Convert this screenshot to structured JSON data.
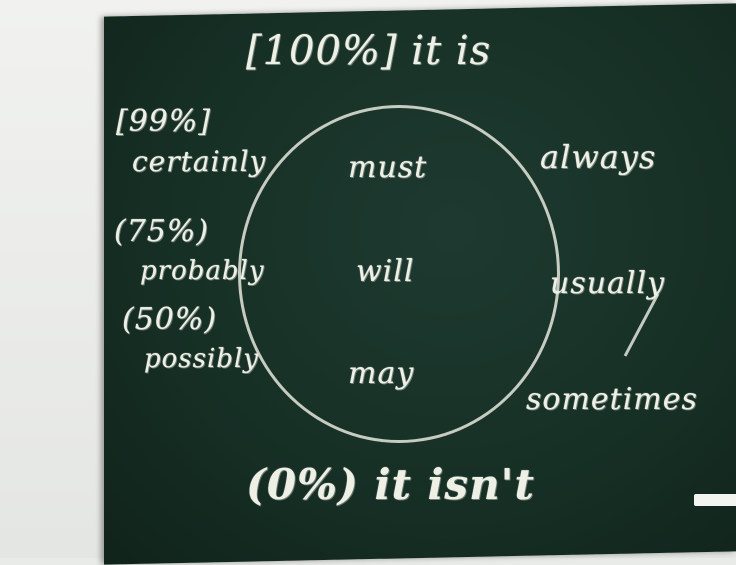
{
  "board": {
    "top_label": "[100%] it is",
    "bottom_label": "(0%) it isn't",
    "left": [
      {
        "percent": "[99%]",
        "word": "certainly"
      },
      {
        "percent": "(75%)",
        "word": "probably"
      },
      {
        "percent": "(50%)",
        "word": "possibly"
      }
    ],
    "inside": [
      "must",
      "will",
      "may"
    ],
    "right": [
      "always",
      "usually",
      "sometimes"
    ]
  }
}
